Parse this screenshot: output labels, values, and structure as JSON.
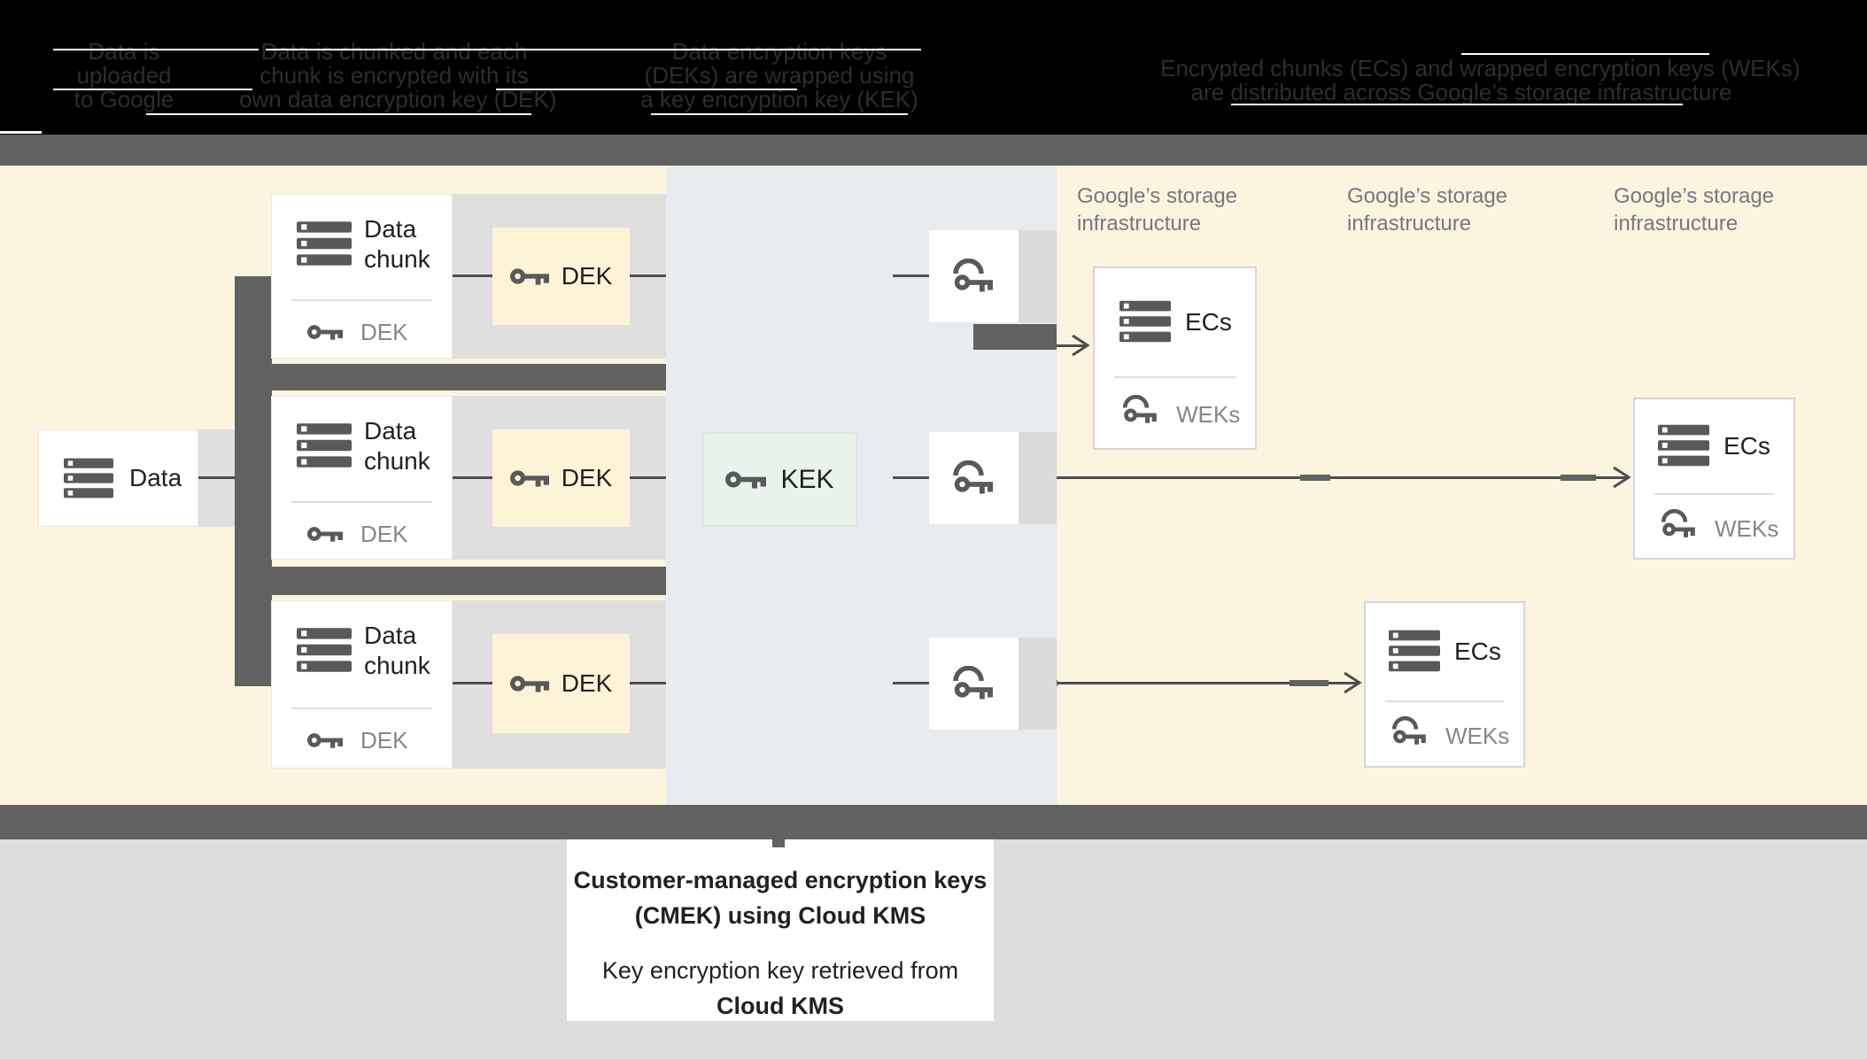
{
  "header": {
    "steps": [
      {
        "lines": [
          "Data is",
          "uploaded",
          "to Google"
        ]
      },
      {
        "lines": [
          "Data is chunked and each",
          "chunk is encrypted with its",
          "own data encryption key (DEK)"
        ]
      },
      {
        "lines": [
          "Data encryption keys",
          "(DEKs) are wrapped using",
          "a key encryption key (KEK)"
        ]
      },
      {
        "lines": [
          "Encrypted chunks (ECs) and wrapped encryption keys (WEKs)",
          "are distributed across Google’s storage infrastructure"
        ]
      }
    ]
  },
  "storage_labels": [
    {
      "text": "Google’s storage infrastructure"
    },
    {
      "text": "Google’s storage infrastructure"
    },
    {
      "text": "Google’s storage infrastructure"
    }
  ],
  "nodes": {
    "data": {
      "label": "Data"
    },
    "chunks": [
      {
        "title": "Data chunk",
        "key_label": "DEK"
      },
      {
        "title": "Data chunk",
        "key_label": "DEK"
      },
      {
        "title": "Data chunk",
        "key_label": "DEK"
      }
    ],
    "dek_boxes": [
      {
        "label": "DEK"
      },
      {
        "label": "DEK"
      },
      {
        "label": "DEK"
      }
    ],
    "kek": {
      "label": "KEK"
    },
    "ecs": [
      {
        "title": "ECs",
        "key_label": "WEKs"
      },
      {
        "title": "ECs",
        "key_label": "WEKs"
      },
      {
        "title": "ECs",
        "key_label": "WEKs"
      }
    ]
  },
  "callout": {
    "line1": "Customer-managed encryption keys",
    "line2": "(CMEK) using Cloud KMS",
    "line3": "Key encryption key retrieved from",
    "line4": "Cloud KMS"
  },
  "colors": {
    "background_cream": "#FBF5E0",
    "kms_column": "#E9ECEE",
    "band_gray": "#616161",
    "shadow_gray": "#DFDFDF",
    "dek_fill": "#FDF3D7",
    "kek_fill": "#E8F3EC",
    "icon_gray": "#58595B",
    "text_primary": "#212121",
    "text_secondary": "#85878A",
    "header_text": "#2B2D30"
  }
}
